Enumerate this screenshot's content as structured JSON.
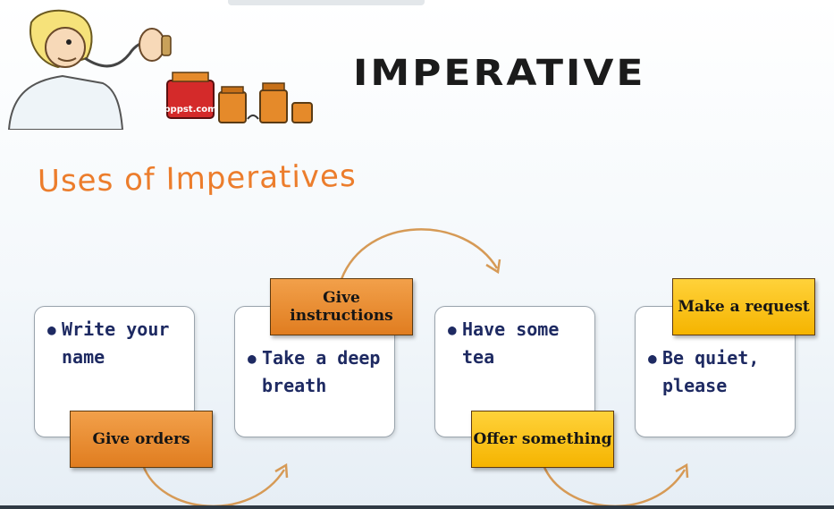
{
  "title": "IMPERATIVE",
  "subtitle": "Uses of Imperatives",
  "logo_text": "pppst.com",
  "cards": [
    {
      "label": "Give orders",
      "text": "Write your name"
    },
    {
      "label": "Give instructions",
      "text": "Take a deep breath"
    },
    {
      "label": "Offer something",
      "text": "Have some tea"
    },
    {
      "label": "Make a request",
      "text": "Be quiet, please"
    }
  ],
  "colors": {
    "title": "#1b1b1b",
    "subtitle": "#ec7d2c",
    "label_orange": "#e8862a",
    "label_yellow": "#f9c21c",
    "card_text": "#1e2a62",
    "arrow": "#d69a56"
  }
}
